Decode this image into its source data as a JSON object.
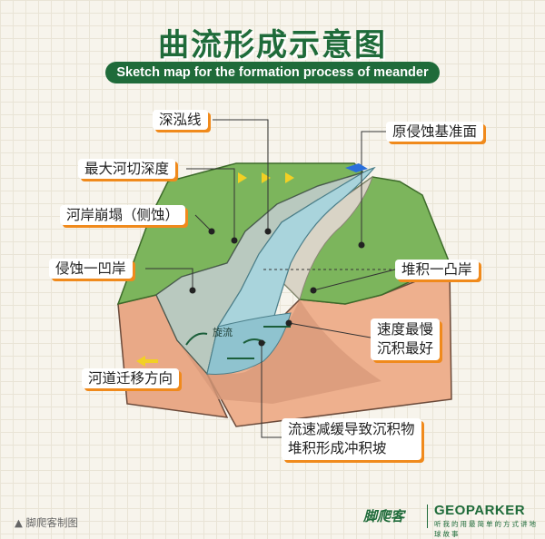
{
  "title": "曲流形成示意图",
  "subtitle": "Sketch map for the formation process of meander",
  "labels": {
    "thalweg": "深泓线",
    "max_depth": "最大河切深度",
    "collapse": "河岸崩塌（侧蚀）",
    "concave": "侵蚀一凹岸",
    "migration": "河道迁移方向",
    "base_level": "原侵蚀基准面",
    "convex": "堆积一凸岸",
    "slow_line1": "速度最慢",
    "slow_line2": "沉积最好",
    "deposit_line1": "流速减缓导致沉积物",
    "deposit_line2": "堆积形成冲积坡",
    "eddy": "旋流"
  },
  "source": "脚爬客制图",
  "brand": {
    "cn": "脚爬客",
    "en": "GEOPARKER",
    "tagline": "听我的用最简单的方式讲地球故事"
  },
  "colors": {
    "accent": "#f08a1c",
    "brand_green": "#1f6b3a",
    "grass": "#6aa84f",
    "water": "#a9d4dc",
    "soil": "#e9a987"
  }
}
